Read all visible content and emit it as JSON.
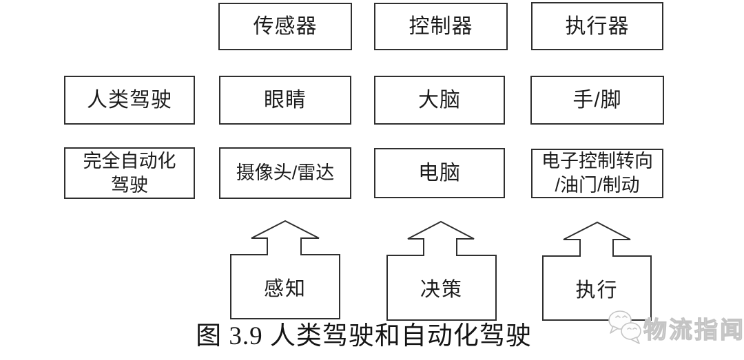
{
  "diagram": {
    "top_headers": [
      {
        "label": "传感器"
      },
      {
        "label": "控制器"
      },
      {
        "label": "执行器"
      }
    ],
    "human_row": {
      "title": {
        "label": "人类驾驶"
      },
      "cells": [
        {
          "label": "眼睛"
        },
        {
          "label": "大脑"
        },
        {
          "label": "手/脚"
        }
      ]
    },
    "auto_row": {
      "title": {
        "label": "完全自动化\n驾驶"
      },
      "cells": [
        {
          "label": "摄像头/雷达"
        },
        {
          "label": "电脑"
        },
        {
          "label": "电子控制转向\n/油门/制动"
        }
      ]
    },
    "process_arrows": [
      {
        "label": "感知"
      },
      {
        "label": "决策"
      },
      {
        "label": "执行"
      }
    ],
    "caption": "图 3.9 人类驾驶和自动化驾驶"
  },
  "watermark": {
    "text": "物流指闻"
  },
  "colors": {
    "background": "#ffffff",
    "border": "#2f2f2f",
    "text": "#1b1b1b",
    "watermark_outline": "#c4c4c4",
    "watermark_fill": "#fbfbfb"
  },
  "icons": [
    {
      "name": "watermark-logo-icon",
      "meaning": "two overlapping chat bubbles"
    },
    {
      "name": "up-block-arrow",
      "meaning": "upward block arrow connector"
    }
  ]
}
